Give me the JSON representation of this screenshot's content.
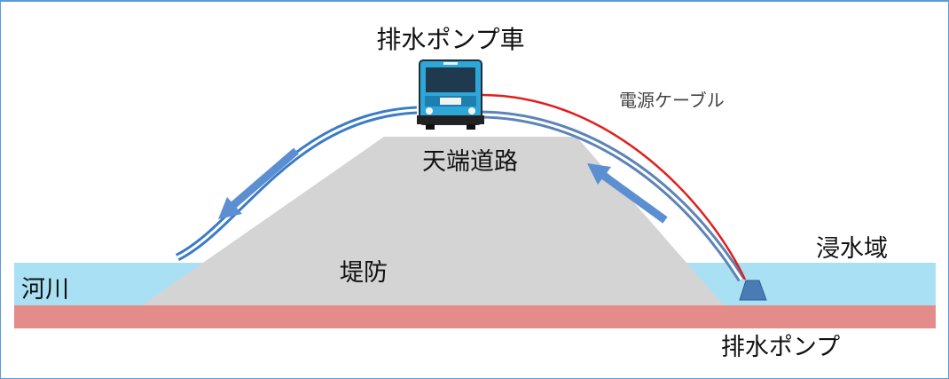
{
  "labels": {
    "pump_truck": "排水ポンプ車",
    "power_cable": "電源ケーブル",
    "crest_road": "天端道路",
    "levee": "堤防",
    "river": "河川",
    "flooded_area": "浸水域",
    "drain_pump": "排水ポンプ"
  },
  "colors": {
    "water": "#a9e0f3",
    "ground": "#e48c8a",
    "levee": "#d4d4d4",
    "hose": "#3a7cc7",
    "cable": "#e0201c",
    "arrow": "#5b8fd1",
    "truck_body": "#2ea6d8",
    "pump": "#4a7bb5"
  }
}
